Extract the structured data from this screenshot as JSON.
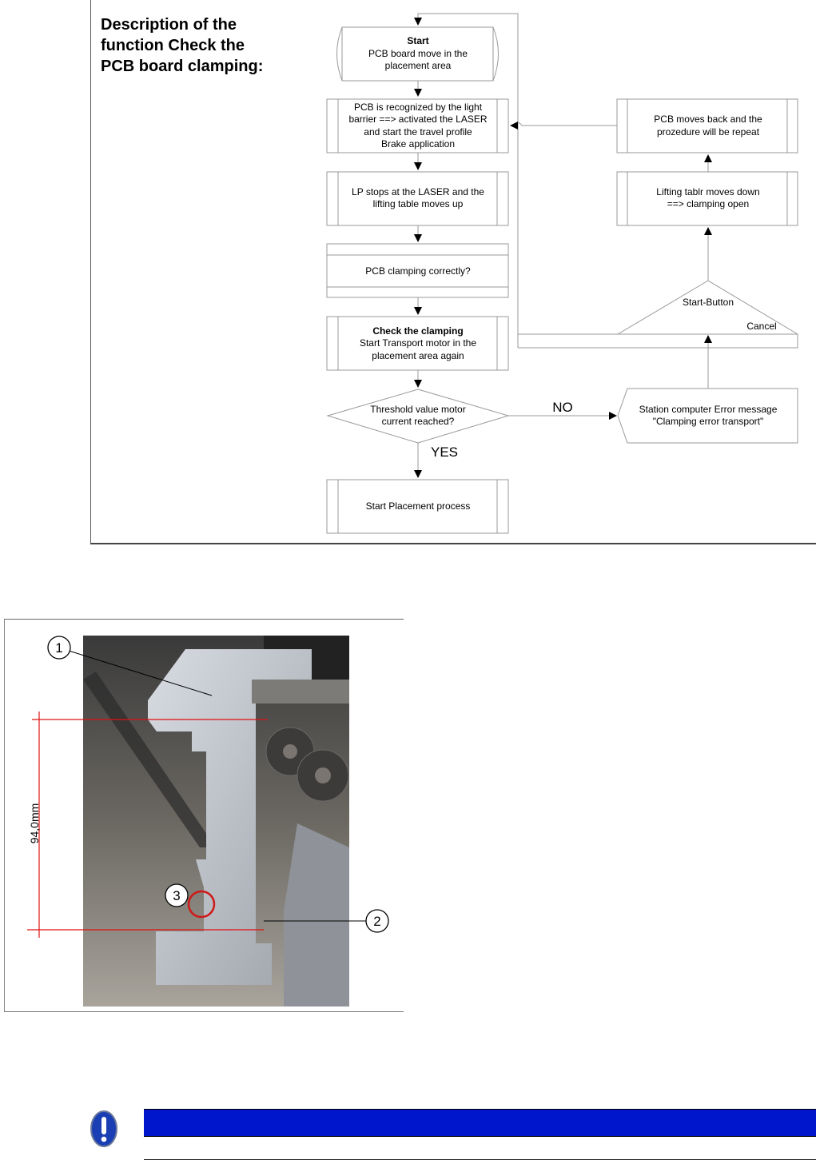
{
  "document": {
    "section_title": "Description of the function Check the PCB board clamping:",
    "title_lines": [
      "Description of the",
      "function Check the",
      "PCB board clamping:"
    ]
  },
  "flowchart": {
    "start": {
      "title": "Start",
      "lines": [
        "PCB board move in the",
        "placement area"
      ]
    },
    "step_recognized": {
      "lines": [
        "PCB is recognized  by the light",
        "barrier  ==>  activated the LASER",
        "and start the travel profile",
        "Brake application"
      ]
    },
    "step_lp_stops": {
      "lines": [
        "LP stops at the LASER and the",
        "lifting table moves up"
      ]
    },
    "step_clamping_question": {
      "lines": [
        "PCB clamping correctly?"
      ]
    },
    "step_check_clamping": {
      "title": "Check the clamping",
      "lines": [
        "Start  Transport motor in the",
        "placement area again"
      ]
    },
    "decision_threshold": {
      "lines": [
        "Threshold value motor",
        "current reached?"
      ]
    },
    "label_yes": "YES",
    "label_no": "NO",
    "step_start_placement": {
      "lines": [
        "Start Placement process"
      ]
    },
    "step_error_message": {
      "lines": [
        "Station computer Error message",
        "\"Clamping error transport\""
      ]
    },
    "manual_input": {
      "label": "Start-Button",
      "cancel_label": "Cancel"
    },
    "step_lifting_down": {
      "lines": [
        "Lifting tablr moves down",
        "==> clamping open"
      ]
    },
    "step_moves_back": {
      "lines": [
        "PCB moves back and the",
        "prozedure will be repeat"
      ]
    }
  },
  "photo": {
    "dimension_label": "94,0mm",
    "callouts": [
      "1",
      "2",
      "3"
    ],
    "dimension_color": "#e01010",
    "highlight_color": "#d01818"
  },
  "note": {
    "icon": "exclamation-icon",
    "bar_color": "#0016cc",
    "text": ""
  }
}
